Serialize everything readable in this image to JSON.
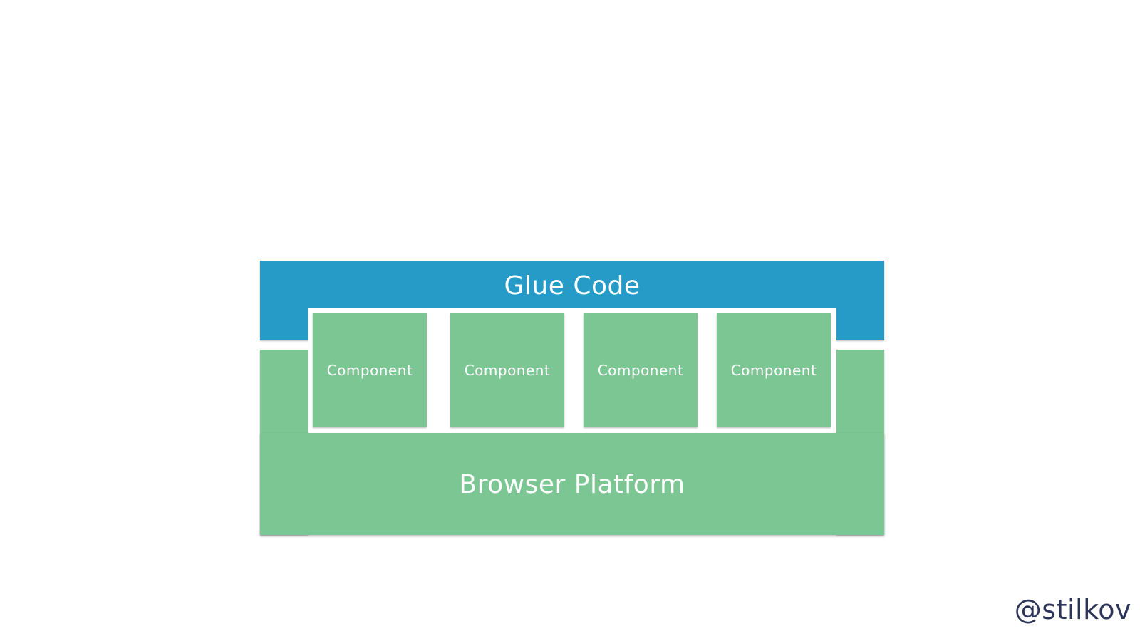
{
  "diagram": {
    "glue_code": {
      "label": "Glue Code",
      "color": "#279bc8"
    },
    "browser_platform": {
      "label": "Browser Platform",
      "color": "#7bc692"
    },
    "components": [
      {
        "label": "Component"
      },
      {
        "label": "Component"
      },
      {
        "label": "Component"
      },
      {
        "label": "Component"
      }
    ]
  },
  "footer": {
    "handle": "@stilkov",
    "color": "#2c3558"
  }
}
